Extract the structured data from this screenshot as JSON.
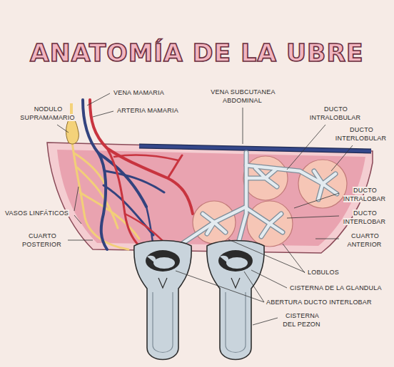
{
  "diagram": {
    "title": "ANATOMÍA DE LA UBRE",
    "labels": [
      "VENA MAMARIA",
      "ARTERIA MAMARIA",
      "NODULO SUPRAMAMARIO",
      "VENA SUBCUTANEA ABDOMINAL",
      "DUCTO INTRALOBULAR",
      "DUCTO INTERLOBULAR",
      "DUCTO INTRALOBAR",
      "DUCTO INTERLOBAR",
      "CUARTO ANTERIOR",
      "VASOS LINFÁTICOS",
      "CUARTO POSTERIOR",
      "LOBULOS",
      "CISTERNA DE LA GLANDULA",
      "ABERTURA DUCTO INTERLOBAR",
      "CISTERNA DEL PEZON"
    ]
  }
}
